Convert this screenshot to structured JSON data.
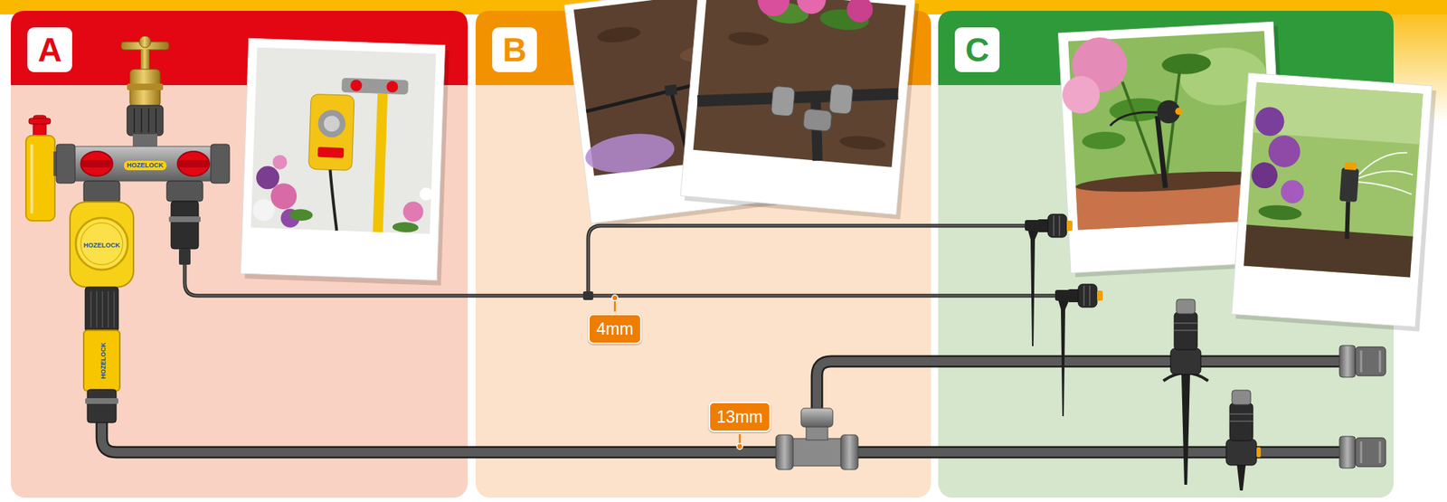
{
  "diagram": {
    "nodes": [
      {
        "text": [
          "A"
        ]
      },
      {
        "text": [
          "B"
        ]
      },
      {
        "text": [
          "C"
        ]
      },
      {
        "text": [
          "4mm"
        ],
        "in": 1
      },
      {
        "text": [
          "13mm"
        ],
        "in": 1
      }
    ],
    "labels": [
      "HOZELOCK",
      "HOZELOCK",
      "HOZELOCK"
    ]
  }
}
